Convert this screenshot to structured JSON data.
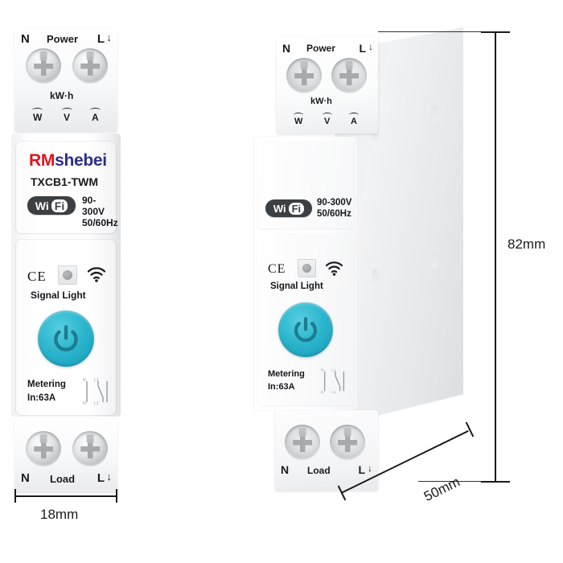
{
  "product": {
    "brand_primary": "RM",
    "brand_secondary": "shebei",
    "model": "TXCB1-TWM",
    "wifi_label_wi": "Wi",
    "wifi_label_fi": "Fi",
    "voltage_line1": "90-300V",
    "voltage_line2": "50/60Hz",
    "ce_mark": "CE",
    "signal_light_label": "Signal Light",
    "metering_line1": "Metering",
    "metering_line2": "In:63A",
    "colors": {
      "brand_red": "#e0131c",
      "brand_blue": "#2b2f86",
      "button_cyan": "#2cb6ce",
      "badge_dark": "#3c4043",
      "text_dark": "#1b1b1b"
    }
  },
  "terminals": {
    "top": {
      "left_label": "N",
      "center_label": "Power",
      "right_label": "L",
      "right_arrow": "↓"
    },
    "top_meta": {
      "unit": "kW·h",
      "w": "W",
      "v": "V",
      "a": "A"
    },
    "bottom": {
      "left_label": "N",
      "center_label": "Load",
      "right_label": "L",
      "right_arrow": "↓"
    }
  },
  "dimensions": {
    "width": "18mm",
    "height": "82mm",
    "depth": "50mm"
  }
}
